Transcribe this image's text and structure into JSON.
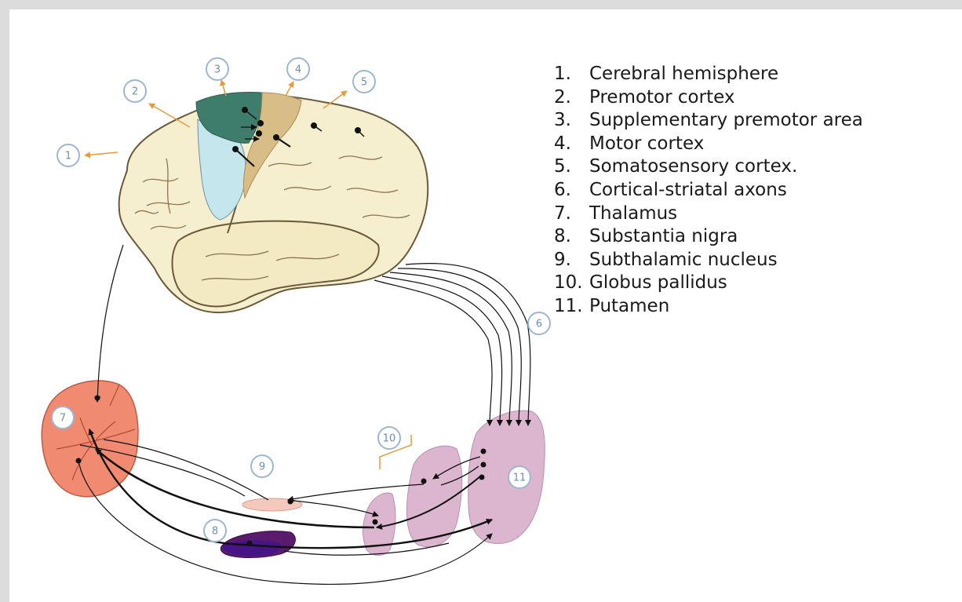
{
  "legend": [
    {
      "num": "1.",
      "label": "Cerebral hemisphere"
    },
    {
      "num": "2.",
      "label": "Premotor cortex"
    },
    {
      "num": "3.",
      "label": "Supplementary premotor area"
    },
    {
      "num": "4.",
      "label": "Motor cortex"
    },
    {
      "num": "5.",
      "label": "Somatosensory cortex."
    },
    {
      "num": "6.",
      "label": "Cortical-striatal axons"
    },
    {
      "num": "7.",
      "label": "Thalamus"
    },
    {
      "num": "8.",
      "label": "Substantia nigra"
    },
    {
      "num": "9.",
      "label": "Subthalamic nucleus"
    },
    {
      "num": "10.",
      "label": "Globus pallidus"
    },
    {
      "num": "11.",
      "label": "Putamen"
    }
  ],
  "callouts": [
    "1",
    "2",
    "3",
    "4",
    "5",
    "6",
    "7",
    "8",
    "9",
    "10",
    "11"
  ],
  "colors": {
    "brain": "#f6efcf",
    "premotor": "#c6e6ee",
    "supplementary": "#3e7d6c",
    "motor": "#d8bd86",
    "thalamus": "#f08a70",
    "basal_ganglia": "#dcb6cf",
    "substantia_nigra": "#5a1a6e",
    "subthalamic": "#f5c8bd",
    "arrow_orange": "#e89a3e",
    "callout_blue": "#9bb7d4"
  }
}
